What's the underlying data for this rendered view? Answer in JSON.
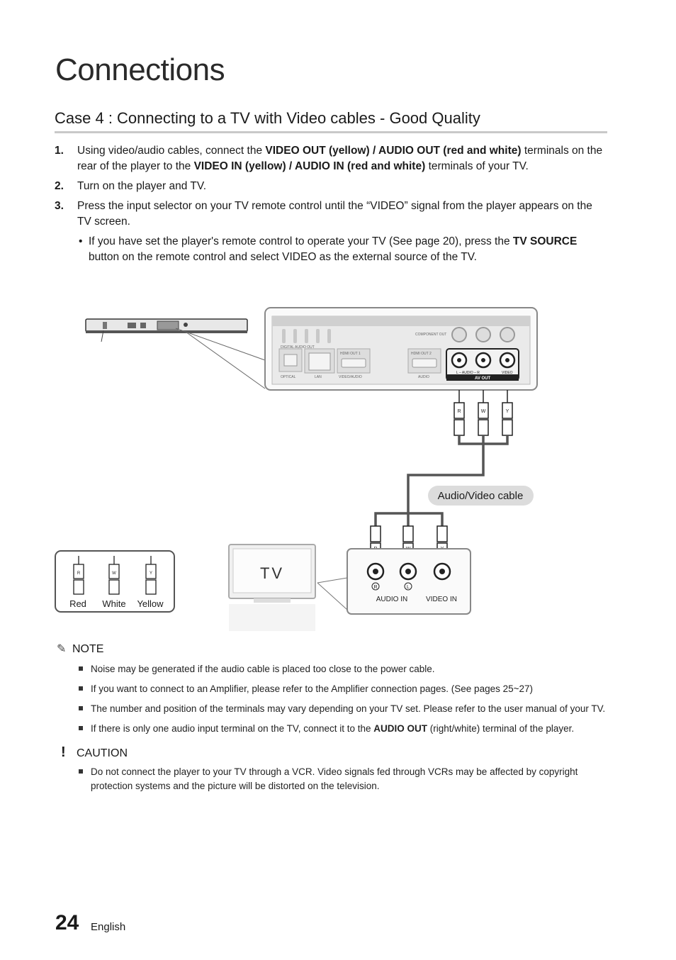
{
  "header": {
    "section_title": "Connections"
  },
  "case": {
    "title": "Case 4 : Connecting to a TV with Video cables - Good Quality"
  },
  "steps": [
    {
      "num": "1.",
      "t1": "Using video/audio cables, connect the ",
      "b1": "VIDEO OUT (yellow) / AUDIO OUT (red and white)",
      "t2": " terminals on the rear of the player to the ",
      "b2": "VIDEO IN (yellow) / AUDIO IN (red and white)",
      "t3": " terminals of your TV."
    },
    {
      "num": "2.",
      "text": "Turn on the player and TV."
    },
    {
      "num": "3.",
      "text": "Press the input selector on your TV remote control until the “VIDEO” signal from the player appears on the TV screen.",
      "sub": {
        "bullet": "•",
        "t1": "If you have set the player's remote control to operate your TV (See page 20), press the ",
        "b1": "TV SOURCE",
        "t2": " button on the remote control and select VIDEO as the external source of the TV."
      }
    }
  ],
  "diagram": {
    "player_panel_labels": {
      "digital_audio_out": "DIGITAL AUDIO OUT",
      "optical": "OPTICAL",
      "lan": "LAN",
      "hdmi_out_1": "HDMI OUT 1",
      "video_audio": "VIDEO/AUDIO",
      "hdmi_out_2": "HDMI OUT 2",
      "audio": "AUDIO",
      "component_out": "COMPONENT OUT",
      "audio_l_r": "L – AUDIO – R",
      "video": "VIDEO",
      "av_out": "AV OUT"
    },
    "plug_letters": {
      "red": "R",
      "white": "W",
      "yellow": "Y"
    },
    "cable_label": "Audio/Video cable",
    "tv_label": "TV",
    "tv_jacks": {
      "r": "R",
      "l": "L",
      "audio_in": "AUDIO IN",
      "video_in": "VIDEO IN"
    },
    "legend": {
      "red": "Red",
      "white": "White",
      "yellow": "Yellow"
    }
  },
  "note": {
    "icon": "pencil-icon",
    "title": "NOTE",
    "items": [
      {
        "text": "Noise may be generated if the audio cable is placed too close to the power cable."
      },
      {
        "text": "If you want to connect to an Amplifier, please refer to the Amplifier connection pages. (See pages 25~27)"
      },
      {
        "text": "The number and position of the terminals may vary depending on your TV set. Please refer to the user manual of your TV."
      },
      {
        "t1": "If there is only one audio input terminal on the TV, connect it to the ",
        "b1": "AUDIO OUT",
        "t2": " (right/white) terminal of the player."
      }
    ]
  },
  "caution": {
    "icon": "exclamation-icon",
    "icon_glyph": "!",
    "title": "CAUTION",
    "items": [
      {
        "text": "Do not connect the player to your TV through a VCR. Video signals fed through VCRs may be affected by copyright protection systems and the picture will be distorted on the television."
      }
    ]
  },
  "footer": {
    "page_number": "24",
    "language": "English"
  }
}
